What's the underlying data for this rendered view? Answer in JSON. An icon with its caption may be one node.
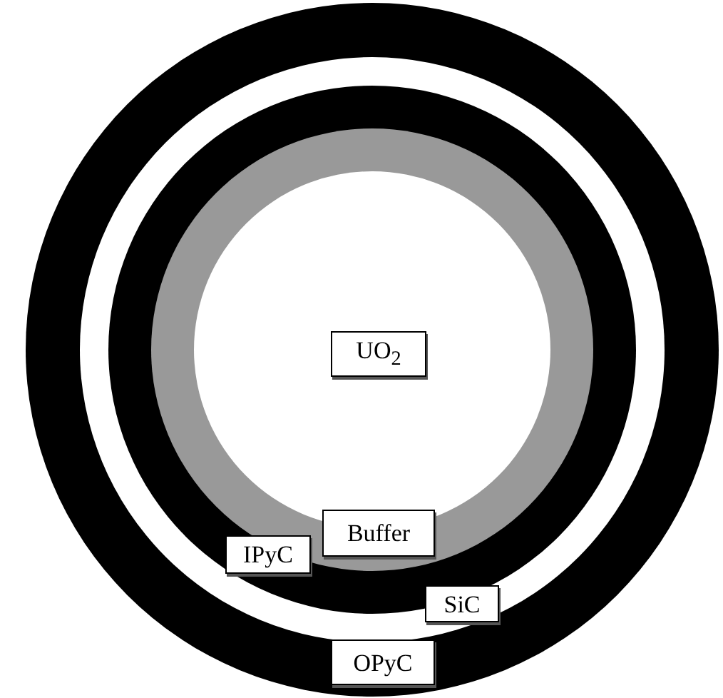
{
  "diagram": {
    "nodes": [
      {
        "text": [
          "UO$_{2}$"
        ]
      },
      {
        "text": [
          "Buffer"
        ]
      },
      {
        "text": [
          "IPyC"
        ]
      },
      {
        "text": [
          "SiC"
        ]
      },
      {
        "text": [
          "OPyC"
        ]
      }
    ]
  }
}
